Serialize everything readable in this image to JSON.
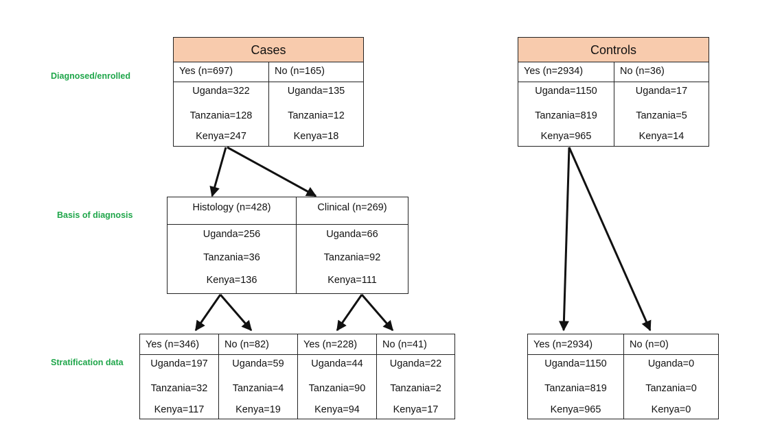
{
  "row_labels": {
    "diagnosed": "Diagnosed/enrolled",
    "basis": "Basis of diagnosis",
    "stratification": "Stratification data"
  },
  "cases": {
    "title": "Cases",
    "yes": {
      "header": "Yes (n=697)",
      "uganda": "Uganda=322",
      "tanzania": "Tanzania=128",
      "kenya": "Kenya=247"
    },
    "no": {
      "header": "No (n=165)",
      "uganda": "Uganda=135",
      "tanzania": "Tanzania=12",
      "kenya": "Kenya=18"
    }
  },
  "controls": {
    "title": "Controls",
    "yes": {
      "header": "Yes (n=2934)",
      "uganda": "Uganda=1150",
      "tanzania": "Tanzania=819",
      "kenya": "Kenya=965"
    },
    "no": {
      "header": "No (n=36)",
      "uganda": "Uganda=17",
      "tanzania": "Tanzania=5",
      "kenya": "Kenya=14"
    }
  },
  "basis": {
    "histology": {
      "header": "Histology (n=428)",
      "uganda": "Uganda=256",
      "tanzania": "Tanzania=36",
      "kenya": "Kenya=136"
    },
    "clinical": {
      "header": "Clinical (n=269)",
      "uganda": "Uganda=66",
      "tanzania": "Tanzania=92",
      "kenya": "Kenya=111"
    }
  },
  "strat_cases": {
    "hist_yes": {
      "header": "Yes (n=346)",
      "uganda": "Uganda=197",
      "tanzania": "Tanzania=32",
      "kenya": "Kenya=117"
    },
    "hist_no": {
      "header": "No (n=82)",
      "uganda": "Uganda=59",
      "tanzania": "Tanzania=4",
      "kenya": "Kenya=19"
    },
    "clin_yes": {
      "header": "Yes (n=228)",
      "uganda": "Uganda=44",
      "tanzania": "Tanzania=90",
      "kenya": "Kenya=94"
    },
    "clin_no": {
      "header": "No (n=41)",
      "uganda": "Uganda=22",
      "tanzania": "Tanzania=2",
      "kenya": "Kenya=17"
    }
  },
  "strat_controls": {
    "yes": {
      "header": "Yes (n=2934)",
      "uganda": "Uganda=1150",
      "tanzania": "Tanzania=819",
      "kenya": "Kenya=965"
    },
    "no": {
      "header": "No (n=0)",
      "uganda": "Uganda=0",
      "tanzania": "Tanzania=0",
      "kenya": "Kenya=0"
    }
  }
}
